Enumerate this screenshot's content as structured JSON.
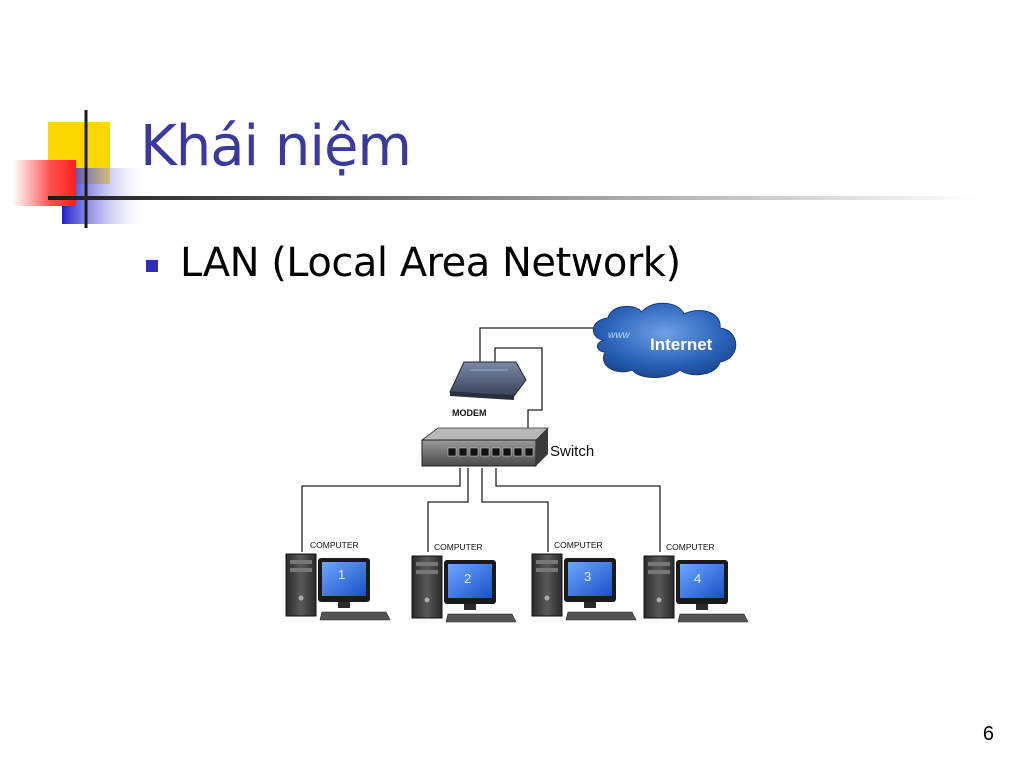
{
  "slide": {
    "title": "Khái niệm",
    "bullet": "LAN (Local Area Network)",
    "page_number": "6"
  },
  "diagram": {
    "cloud_prefix": "www",
    "cloud_label": "Internet",
    "modem_label": "MODEM",
    "switch_label": "Switch",
    "computers": [
      {
        "caption": "COMPUTER",
        "number": "1"
      },
      {
        "caption": "COMPUTER",
        "number": "2"
      },
      {
        "caption": "COMPUTER",
        "number": "3"
      },
      {
        "caption": "COMPUTER",
        "number": "4"
      }
    ]
  },
  "colors": {
    "title": "#3a3a9e",
    "bullet": "#2d2db8",
    "accent_yellow": "#ffd700",
    "accent_red": "#ff3030",
    "accent_blue": "#3030d0",
    "cloud": "#2a62b8"
  }
}
